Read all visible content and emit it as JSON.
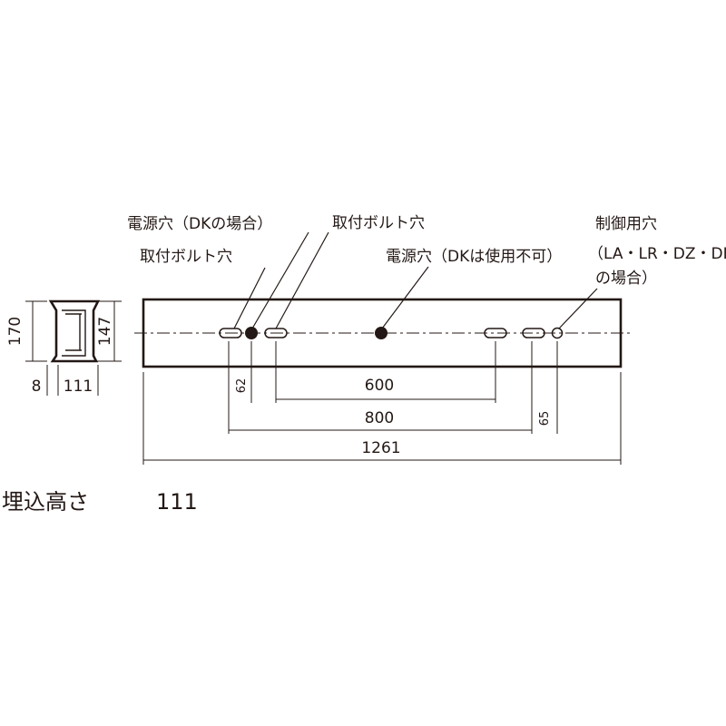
{
  "labels": {
    "power_hole_dk": "電源穴（DKの場合）",
    "bolt_hole_left": "取付ボルト穴",
    "bolt_hole_right": "取付ボルト穴",
    "power_hole_not_dk": "電源穴（DKは使用不可）",
    "control_hole_line1": "制御用穴",
    "control_hole_line2": "（LA・LR・DZ・DK",
    "control_hole_line3": "の場合）"
  },
  "dimensions": {
    "side_height": "170",
    "side_inner_height": "147",
    "side_flange": "8",
    "side_depth": "111",
    "bolt_offset": "62",
    "bolt_spacing": "600",
    "control_span": "800",
    "control_offset": "65",
    "total_length": "1261"
  },
  "footer": {
    "label": "埋込高さ",
    "value": "111"
  },
  "colors": {
    "line": "#231815",
    "background": "#ffffff"
  }
}
